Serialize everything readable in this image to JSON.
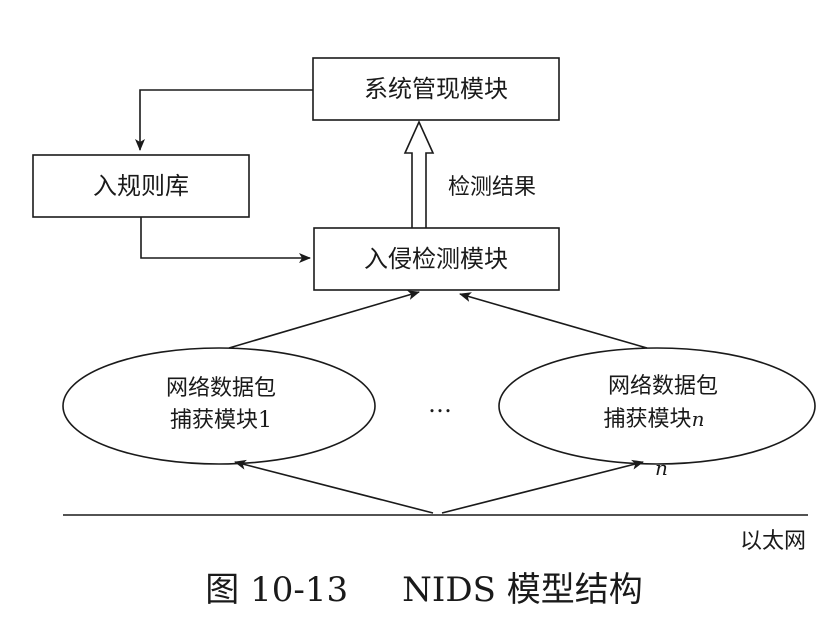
{
  "boxes": {
    "system_mgmt": "系统管现模块",
    "rule_base": "入规则库",
    "intrusion_detect": "入侵检测模块"
  },
  "labels": {
    "detect_result": "检测结果",
    "ellipsis": "…",
    "n_marker": "n",
    "ethernet": "以太网"
  },
  "capture_modules": {
    "left_line1": "网络数据包",
    "left_line2": "捕获模块1",
    "right_line1": "网络数据包",
    "right_line2_text": "捕获模块",
    "right_line2_italic": "n"
  },
  "caption": "图 10-13     NIDS 模型结构"
}
